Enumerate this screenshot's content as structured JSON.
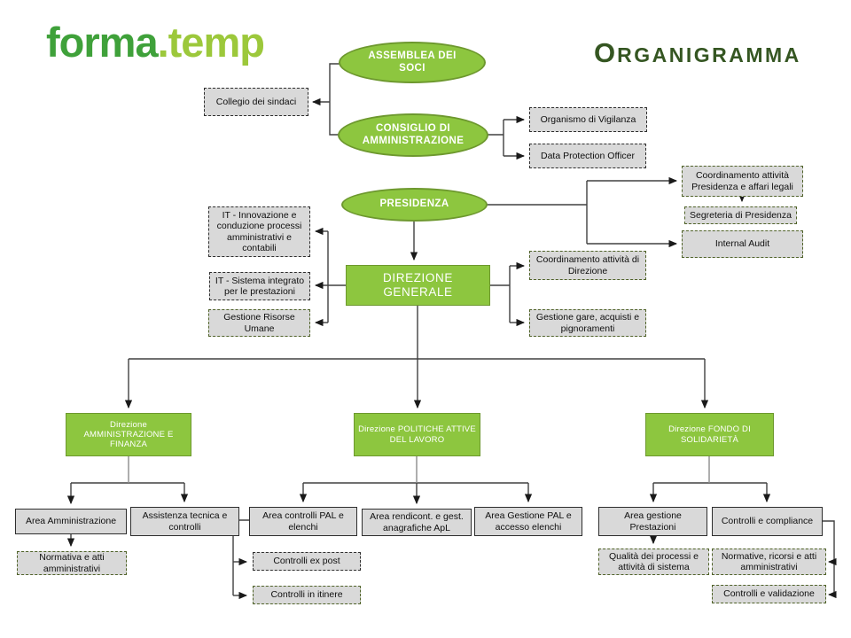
{
  "logo": {
    "part1": "forma",
    "part2": ".temp"
  },
  "title": {
    "initial": "O",
    "rest": "RGANIGRAMMA"
  },
  "colors": {
    "green_fill": "#8DC63F",
    "green_border": "#6D982E",
    "gray_fill": "#D9D9D9",
    "black_dash": "#2e2e2e",
    "olive_dash": "#4F6228",
    "title_green": "#355622",
    "logo_dark_green": "#3FA13A",
    "logo_light_green": "#9CC83B"
  },
  "nodes": {
    "assemblea": "ASSEMBLEA DEI\nSOCI",
    "collegio": "Collegio dei sindaci",
    "consiglio": "CONSIGLIO DI\nAMMINISTRAZIONE",
    "organismo": "Organismo di Vigilanza",
    "dpo": "Data Protection Officer",
    "presidenza": "PRESIDENZA",
    "coord_presidenza": "Coordinamento attività\nPresidenza e affari legali",
    "segreteria": "Segreteria di Presidenza",
    "internal_audit": "Internal Audit",
    "it_innovazione": "IT - Innovazione e\nconduzione processi\namministrativi e\ncontabili",
    "it_sistema": "IT - Sistema integrato\nper le prestazioni",
    "risorse_umane": "Gestione Risorse\nUmane",
    "direzione_generale": "DIREZIONE GENERALE",
    "coord_direzione": "Coordinamento attività di\nDirezione",
    "gare": "Gestione gare,  acquisti e\npignoramenti",
    "dir_amm_finanza": "Direzione\nAMMINISTRAZIONE E\nFINANZA",
    "dir_politiche": "Direzione POLITICHE ATTIVE\nDEL LAVORO",
    "dir_fondo": "Direzione FONDO DI\nSOLIDARIETÀ",
    "area_amministrazione": "Area Amministrazione",
    "assistenza": "Assistenza tecnica e\ncontrolli",
    "normativa": "Normativa e atti\namministrativi",
    "area_controlli_pal": "Area controlli PAL e\nelenchi",
    "area_rendicont": "Area rendicont. e gest.\nanagrafiche ApL",
    "area_gestione_pal": "Area Gestione PAL e\naccesso elenchi",
    "controlli_ex_post": "Controlli ex post",
    "controlli_itinere": "Controlli in itinere",
    "area_prestazioni": "Area gestione\nPrestazioni",
    "controlli_compliance": "Controlli e compliance",
    "qualita": "Qualità dei processi e\nattività di sistema",
    "normative_ricorsi": "Normative, ricorsi e atti\namministrativi",
    "controlli_validazione": "Controlli e validazione"
  }
}
